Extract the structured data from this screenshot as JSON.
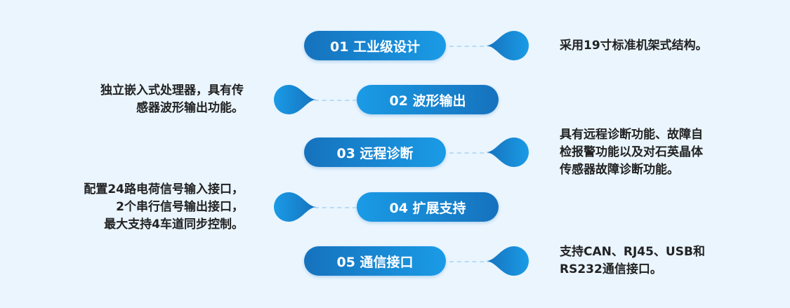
{
  "items": [
    {
      "title": "01 工业级设计",
      "desc": [
        "采用19寸标准机架式结构。"
      ]
    },
    {
      "title": "02 波形输出",
      "desc": [
        "独立嵌入式处理器，具有传",
        "感器波形输出功能。"
      ]
    },
    {
      "title": "03 远程诊断",
      "desc": [
        "具有远程诊断功能、故障自",
        "检报警功能以及对石英晶体",
        "传感器故障诊断功能。"
      ]
    },
    {
      "title": "04 扩展支持",
      "desc": [
        "配置24路电荷信号输入接口，",
        "2个串行信号输出接口，",
        "最大支持4车道同步控制。"
      ]
    },
    {
      "title": "05 通信接口",
      "desc": [
        "支持CAN、RJ45、USB和",
        "RS232通信接口。"
      ]
    }
  ],
  "colors": {
    "dark": "#1672bd",
    "light": "#1a9be6",
    "bg": "#eaf5fe"
  }
}
